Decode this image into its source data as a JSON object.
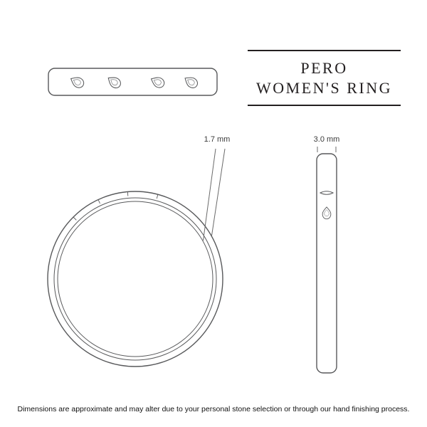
{
  "product": {
    "name_line1": "PERO",
    "name_line2": "WOMEN'S RING"
  },
  "dimensions": {
    "band_width": "1.7 mm",
    "band_depth": "3.0 mm"
  },
  "disclaimer": "Dimensions are approximate and may alter due to your personal stone selection or through our hand finishing process.",
  "colors": {
    "line": "#58595b",
    "text": "#231f20",
    "background": "#ffffff"
  },
  "views": {
    "top": "band top view with four pear stones",
    "front": "ring front profile circles",
    "side": "band side profile with pear stone"
  }
}
